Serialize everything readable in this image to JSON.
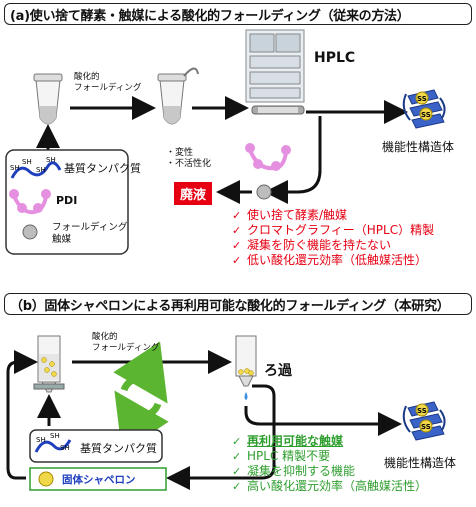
{
  "panel_a": {
    "title": "(a)使い捨て酵素・触媒による酸化的フォールディング（従来の方法）",
    "oxidative_folding": "酸化的\nフォールディング",
    "hplc": "HPLC",
    "structure": "機能性構造体",
    "denature": "・変性\n・不活性化",
    "waste": "廃液",
    "legend": {
      "substrate": "基質タンパク質",
      "pdi": "PDI",
      "catalyst": "フォールディング\n触媒"
    },
    "drawbacks": [
      "使い捨て酵素/触媒",
      "クロマトグラフィー（HPLC）精製",
      "凝集を防ぐ機能を持たない",
      "低い酸化還元効率（低触媒活性）"
    ],
    "check_mark": "✓"
  },
  "panel_b": {
    "title": "（b）固体シャペロンによる再利用可能な酸化的フォールディング（本研究）",
    "oxidative_folding": "酸化的\nフォールディング",
    "filtration": "ろ過",
    "structure": "機能性構造体",
    "legend": {
      "substrate": "基質タンパク質",
      "chaperone": "固体シャペロン"
    },
    "advantages": [
      "再利用可能な触媒",
      "HPLC 精製不要",
      "凝集を抑制する機能",
      "高い酸化還元効率（高触媒活性）"
    ],
    "check_mark": "✓"
  },
  "labels": {
    "sh": "SH",
    "ss": "SS"
  },
  "colors": {
    "red": "#e60012",
    "green": "#2e9e2e",
    "blue": "#1f3fbf",
    "pink": "#e58fe0",
    "gray": "#bdbdbd"
  }
}
